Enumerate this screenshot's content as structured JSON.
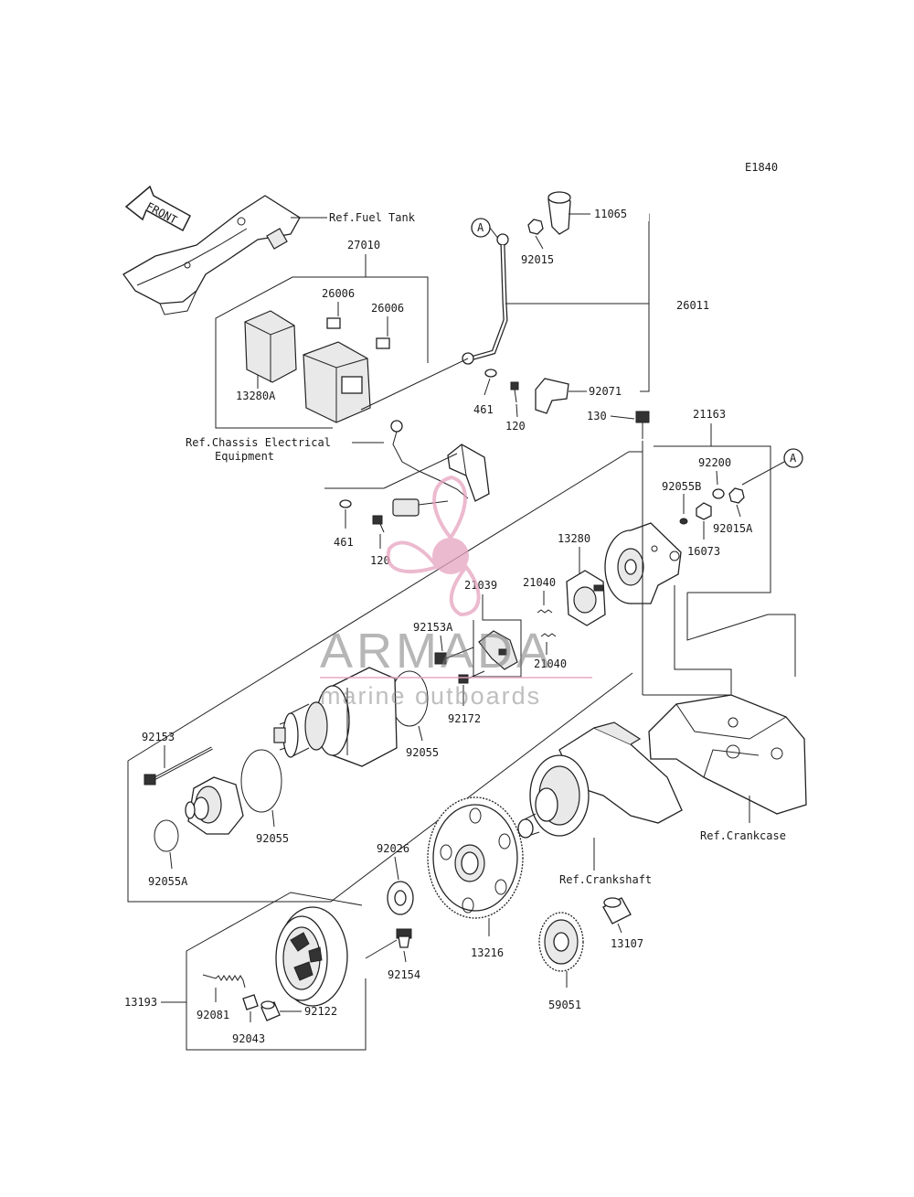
{
  "diagram": {
    "code": "E1840",
    "front_label": "FRONT",
    "callout_a": "A",
    "labels": {
      "ref_fuel_tank": "Ref.Fuel Tank",
      "p27010": "27010",
      "p26006a": "26006",
      "p26006b": "26006",
      "p13280A": "13280A",
      "ref_chassis_1": "Ref.Chassis Electrical",
      "ref_chassis_2": "Equipment",
      "p461a": "461",
      "p120a": "120",
      "p461b": "461",
      "p120b": "120",
      "p11065": "11065",
      "p92015": "92015",
      "p26011": "26011",
      "p92071": "92071",
      "p130": "130",
      "p21163": "21163",
      "p92200": "92200",
      "p92055B": "92055B",
      "p92015A": "92015A",
      "p16073": "16073",
      "p13280": "13280",
      "p21040a": "21040",
      "p21039": "21039",
      "p92153A": "92153A",
      "p21040b": "21040",
      "p92172": "92172",
      "p92055a": "92055",
      "p92153": "92153",
      "p92055b": "92055",
      "p92055A": "92055A",
      "ref_crankcase": "Ref.Crankcase",
      "ref_crankshaft": "Ref.Crankshaft",
      "p92026": "92026",
      "p13216": "13216",
      "p13107": "13107",
      "p92154": "92154",
      "p59051": "59051",
      "p13193": "13193",
      "p92081": "92081",
      "p92122": "92122",
      "p92043": "92043"
    }
  },
  "watermark": {
    "brand": "ARMADA",
    "tagline": "marine outboards",
    "logo_color": "#e6a3bf",
    "text_color": "#7a7a7a"
  }
}
